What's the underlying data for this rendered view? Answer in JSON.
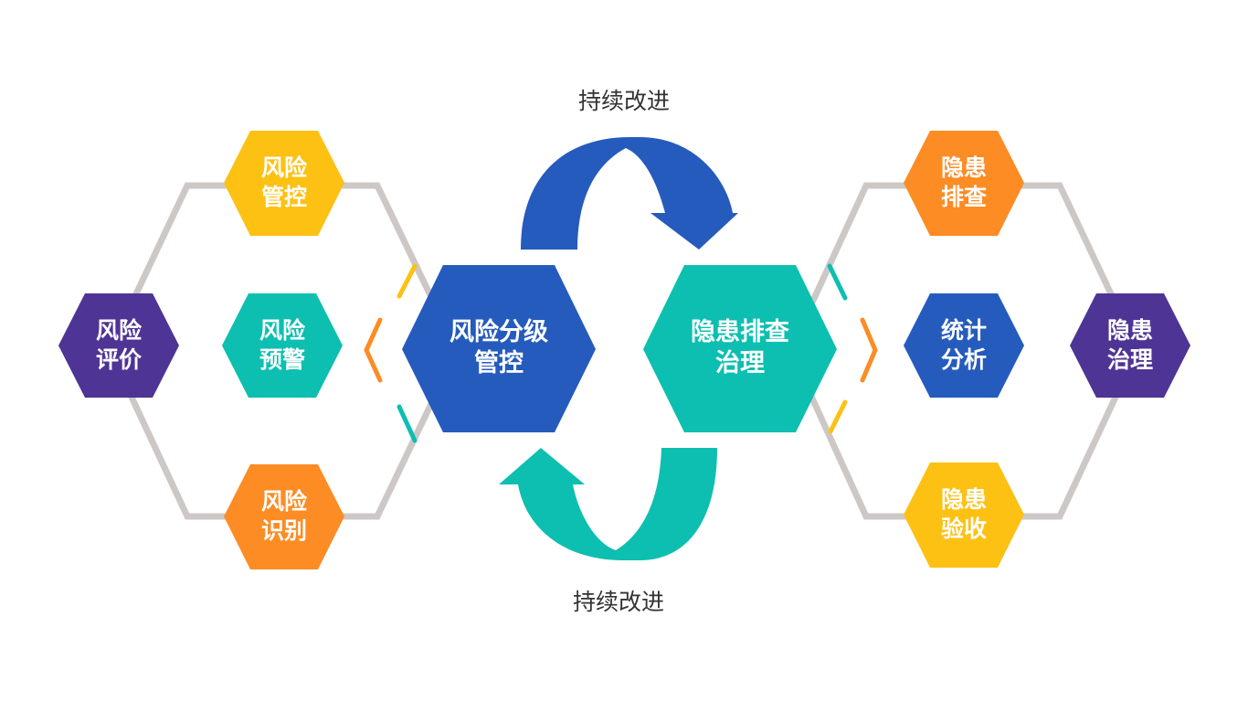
{
  "colors": {
    "yellow": "#fdc114",
    "teal": "#0cbfb0",
    "orange": "#fd8c24",
    "purple": "#4e3494",
    "blue": "#255bbd",
    "grey": "#cdc8c5"
  },
  "top_label": "持续改进",
  "bottom_label": "持续改进",
  "center_left": {
    "line1": "风险分级",
    "line2": "管控"
  },
  "center_right": {
    "line1": "隐患排查",
    "line2": "治理"
  },
  "left_nodes": [
    {
      "line1": "风险",
      "line2": "管控"
    },
    {
      "line1": "风险",
      "line2": "预警"
    },
    {
      "line1": "风险",
      "line2": "识别"
    },
    {
      "line1": "风险",
      "line2": "评价"
    }
  ],
  "right_nodes": [
    {
      "line1": "隐患",
      "line2": "排查"
    },
    {
      "line1": "统计",
      "line2": "分析"
    },
    {
      "line1": "隐患",
      "line2": "验收"
    },
    {
      "line1": "隐患",
      "line2": "治理"
    }
  ]
}
